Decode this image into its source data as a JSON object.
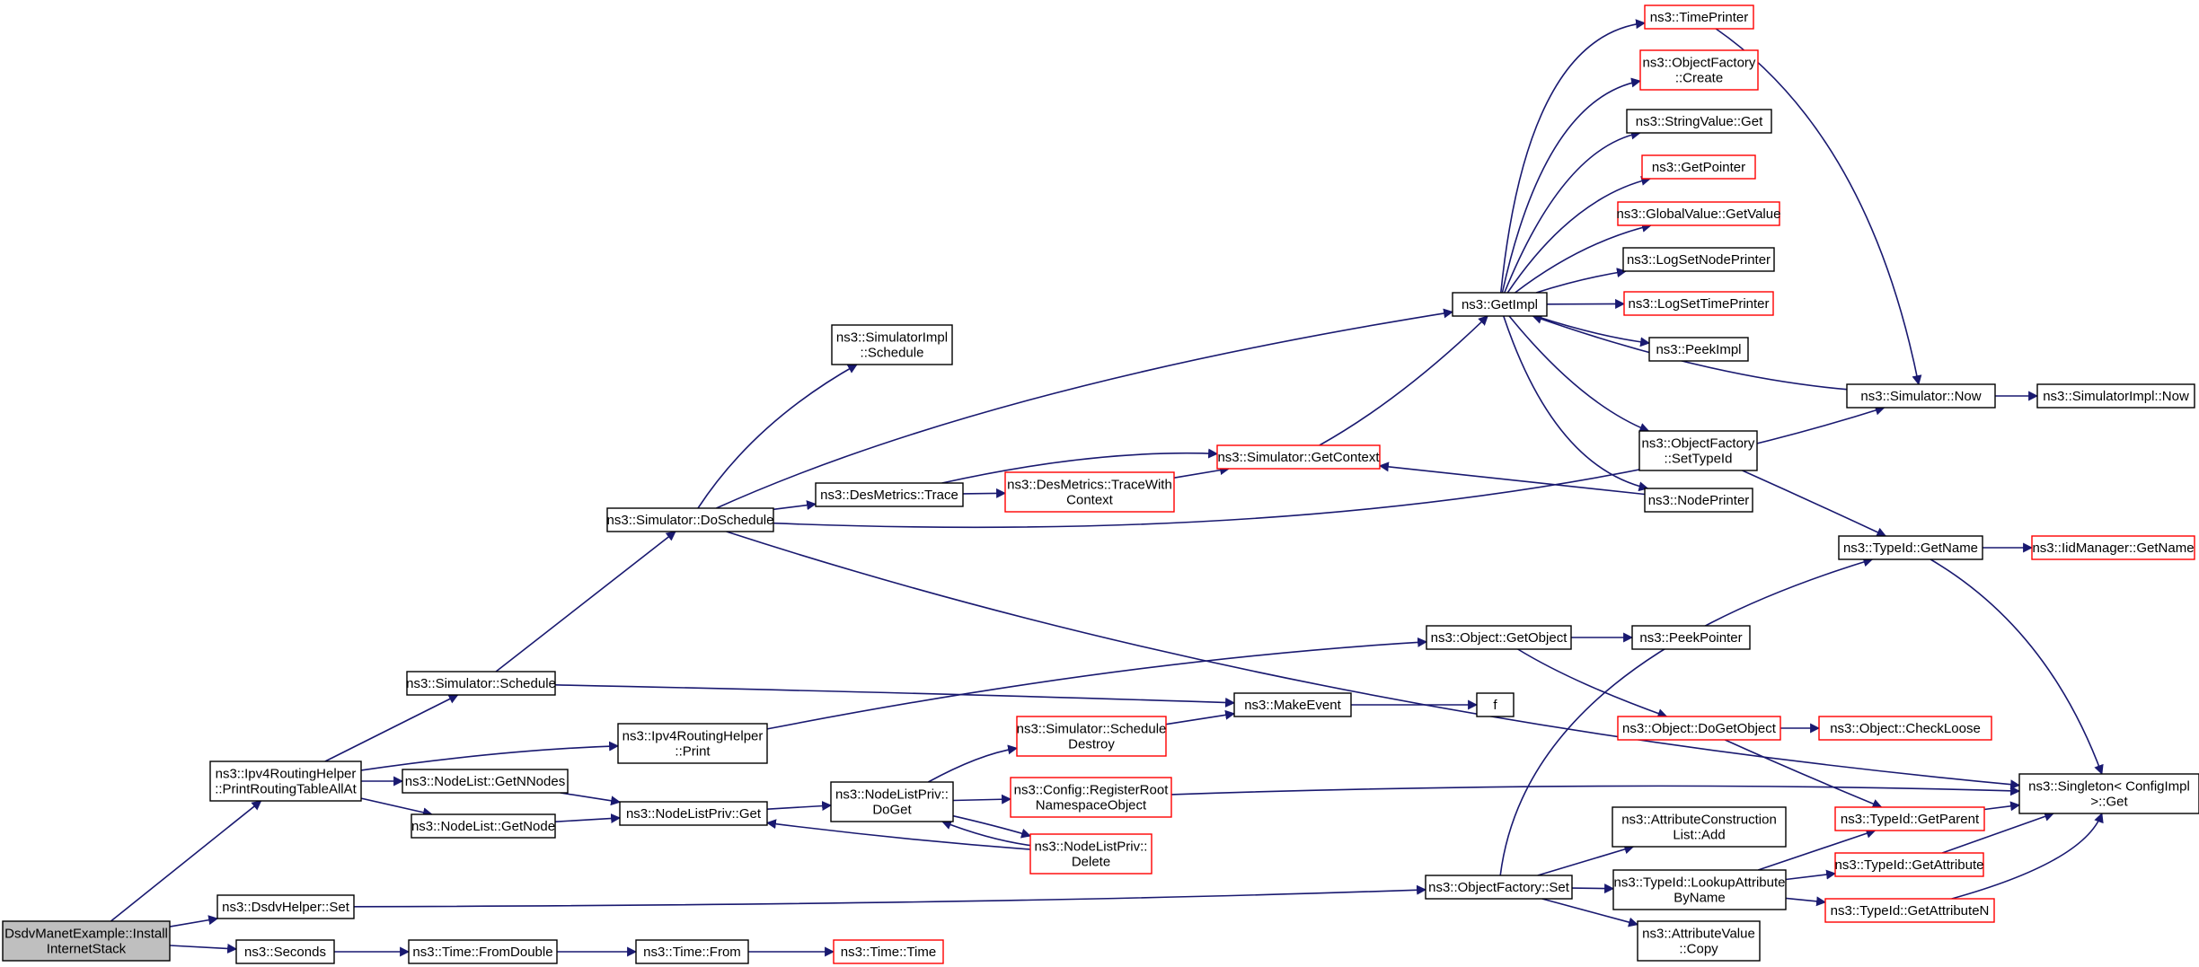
{
  "colors": {
    "edge": "#191970",
    "node_border": "#000000",
    "incomplete_border": "#ff0000",
    "root_fill": "#bfbfbf",
    "background": "#ffffff"
  },
  "nodes": {
    "dsdv_install": {
      "lines": [
        "DsdvManetExample::Install",
        "InternetStack"
      ]
    },
    "ipv4_print_all": {
      "lines": [
        "ns3::Ipv4RoutingHelper",
        "::PrintRoutingTableAllAt"
      ]
    },
    "dsdv_set": {
      "lines": [
        "ns3::DsdvHelper::Set"
      ]
    },
    "seconds": {
      "lines": [
        "ns3::Seconds"
      ]
    },
    "sim_schedule": {
      "lines": [
        "ns3::Simulator::Schedule"
      ]
    },
    "ipv4_print": {
      "lines": [
        "ns3::Ipv4RoutingHelper",
        "::Print"
      ]
    },
    "nodelist_getnnodes": {
      "lines": [
        "ns3::NodeList::GetNNodes"
      ]
    },
    "nodelist_getnode": {
      "lines": [
        "ns3::NodeList::GetNode"
      ]
    },
    "nodelistpriv_get": {
      "lines": [
        "ns3::NodeListPriv::Get"
      ]
    },
    "nodelistpriv_doget": {
      "lines": [
        "ns3::NodeListPriv::",
        "DoGet"
      ]
    },
    "sim_doschedule": {
      "lines": [
        "ns3::Simulator::DoSchedule"
      ]
    },
    "simimpl_schedule": {
      "lines": [
        "ns3::SimulatorImpl",
        "::Schedule"
      ]
    },
    "desmetrics_trace": {
      "lines": [
        "ns3::DesMetrics::Trace"
      ]
    },
    "desmetrics_tracewith": {
      "lines": [
        "ns3::DesMetrics::TraceWith",
        "Context"
      ]
    },
    "sim_getcontext": {
      "lines": [
        "ns3::Simulator::GetContext"
      ]
    },
    "getimpl": {
      "lines": [
        "ns3::GetImpl"
      ]
    },
    "timeprinter": {
      "lines": [
        "ns3::TimePrinter"
      ]
    },
    "objfactory_create": {
      "lines": [
        "ns3::ObjectFactory",
        "::Create"
      ]
    },
    "stringvalue_get": {
      "lines": [
        "ns3::StringValue::Get"
      ]
    },
    "getpointer": {
      "lines": [
        "ns3::GetPointer"
      ]
    },
    "globalvalue_getvalue": {
      "lines": [
        "ns3::GlobalValue::GetValue"
      ]
    },
    "logsetnodeprinter": {
      "lines": [
        "ns3::LogSetNodePrinter"
      ]
    },
    "logsettimeprinter": {
      "lines": [
        "ns3::LogSetTimePrinter"
      ]
    },
    "peekimpl": {
      "lines": [
        "ns3::PeekImpl"
      ]
    },
    "objfactory_settypeid": {
      "lines": [
        "ns3::ObjectFactory",
        "::SetTypeId"
      ]
    },
    "nodeprinter": {
      "lines": [
        "ns3::NodePrinter"
      ]
    },
    "sim_now": {
      "lines": [
        "ns3::Simulator::Now"
      ]
    },
    "simimpl_now": {
      "lines": [
        "ns3::SimulatorImpl::Now"
      ]
    },
    "typeid_getname": {
      "lines": [
        "ns3::TypeId::GetName"
      ]
    },
    "iidmanager_getname": {
      "lines": [
        "ns3::IidManager::GetName"
      ]
    },
    "singleton_get": {
      "lines": [
        "ns3::Singleton< ConfigImpl",
        ">::Get"
      ]
    },
    "object_getobject": {
      "lines": [
        "ns3::Object::GetObject"
      ]
    },
    "peekpointer": {
      "lines": [
        "ns3::PeekPointer"
      ]
    },
    "makeevent": {
      "lines": [
        "ns3::MakeEvent"
      ]
    },
    "f": {
      "lines": [
        "f"
      ]
    },
    "object_dogetobject": {
      "lines": [
        "ns3::Object::DoGetObject"
      ]
    },
    "object_checkloose": {
      "lines": [
        "ns3::Object::CheckLoose"
      ]
    },
    "sim_scheduledestroy": {
      "lines": [
        "ns3::Simulator::Schedule",
        "Destroy"
      ]
    },
    "config_registerroot": {
      "lines": [
        "ns3::Config::RegisterRoot",
        "NamespaceObject"
      ]
    },
    "nodelistpriv_delete": {
      "lines": [
        "ns3::NodeListPriv::",
        "Delete"
      ]
    },
    "attrconstruct_add": {
      "lines": [
        "ns3::AttributeConstruction",
        "List::Add"
      ]
    },
    "typeid_getparent": {
      "lines": [
        "ns3::TypeId::GetParent"
      ]
    },
    "objfactory_set": {
      "lines": [
        "ns3::ObjectFactory::Set"
      ]
    },
    "typeid_lookupattr": {
      "lines": [
        "ns3::TypeId::LookupAttribute",
        "ByName"
      ]
    },
    "typeid_getattribute": {
      "lines": [
        "ns3::TypeId::GetAttribute"
      ]
    },
    "typeid_getattributen": {
      "lines": [
        "ns3::TypeId::GetAttributeN"
      ]
    },
    "attrvalue_copy": {
      "lines": [
        "ns3::AttributeValue",
        "::Copy"
      ]
    },
    "time_fromdouble": {
      "lines": [
        "ns3::Time::FromDouble"
      ]
    },
    "time_from": {
      "lines": [
        "ns3::Time::From"
      ]
    },
    "time_time": {
      "lines": [
        "ns3::Time::Time"
      ]
    }
  }
}
